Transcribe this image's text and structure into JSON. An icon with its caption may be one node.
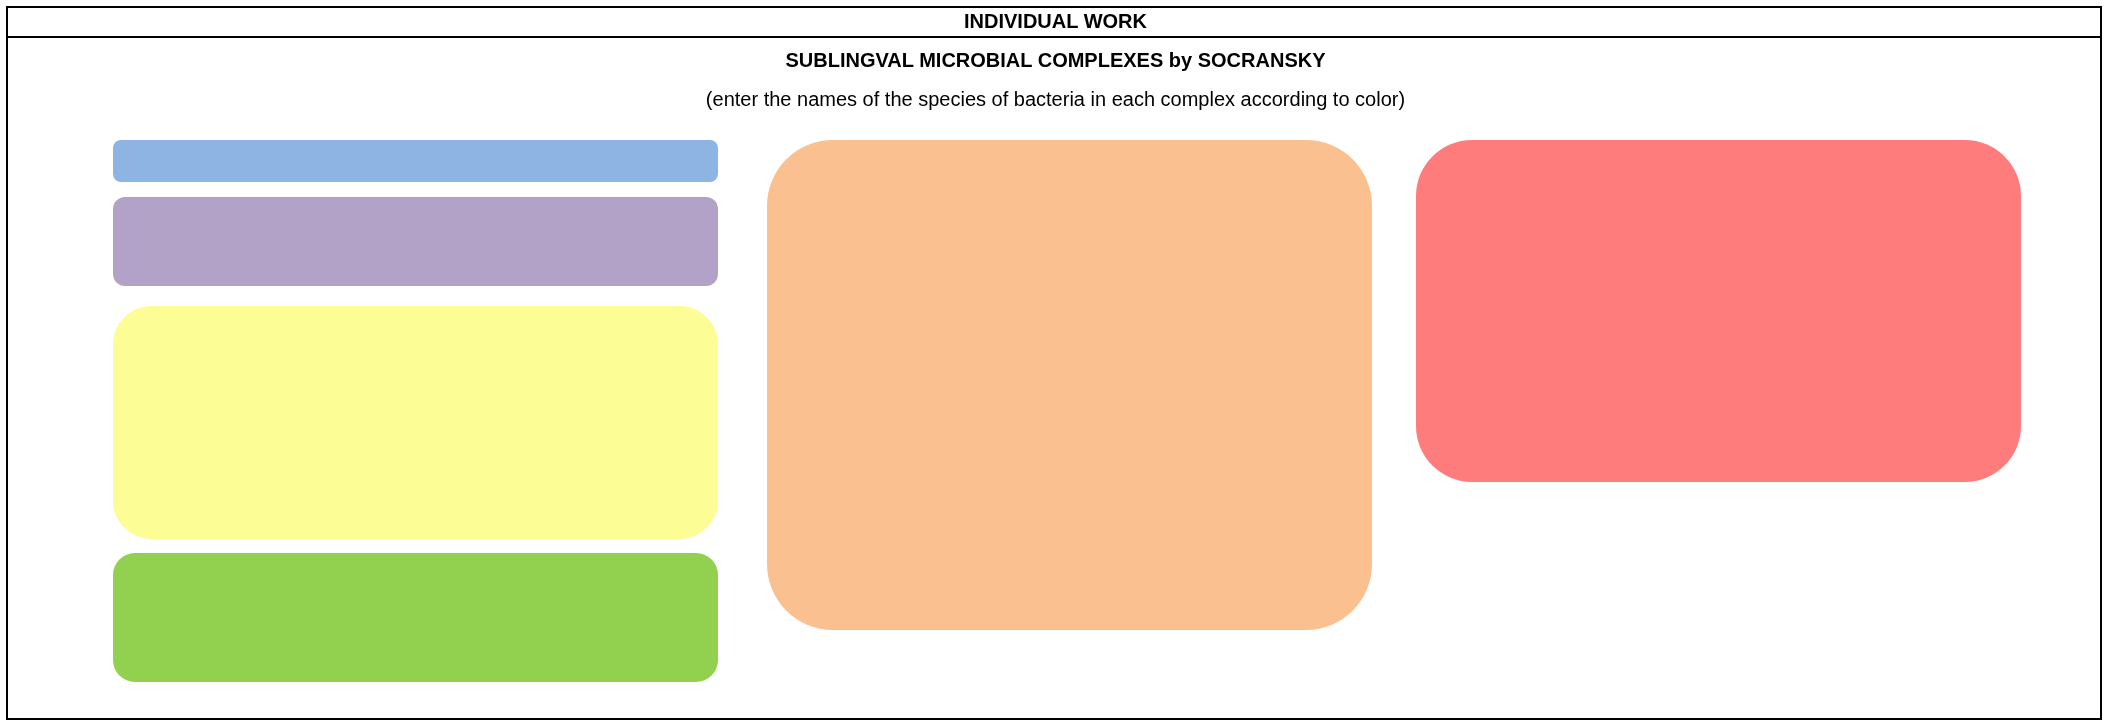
{
  "diagram": {
    "nodes": [
      {
        "text": [],
        "shape": "box"
      },
      {
        "text": [],
        "shape": "box"
      },
      {
        "text": [],
        "shape": "box"
      },
      {
        "text": [],
        "shape": "box"
      },
      {
        "text": [],
        "shape": "box"
      },
      {
        "text": [],
        "shape": "box"
      }
    ],
    "labels": [
      "INDIVIDUAL WORK",
      "SUBLINGVAL MICROBIAL COMPLEXES by SOCRANSKY",
      "(enter the names of the species of bacteria in each complex according to color)"
    ]
  }
}
